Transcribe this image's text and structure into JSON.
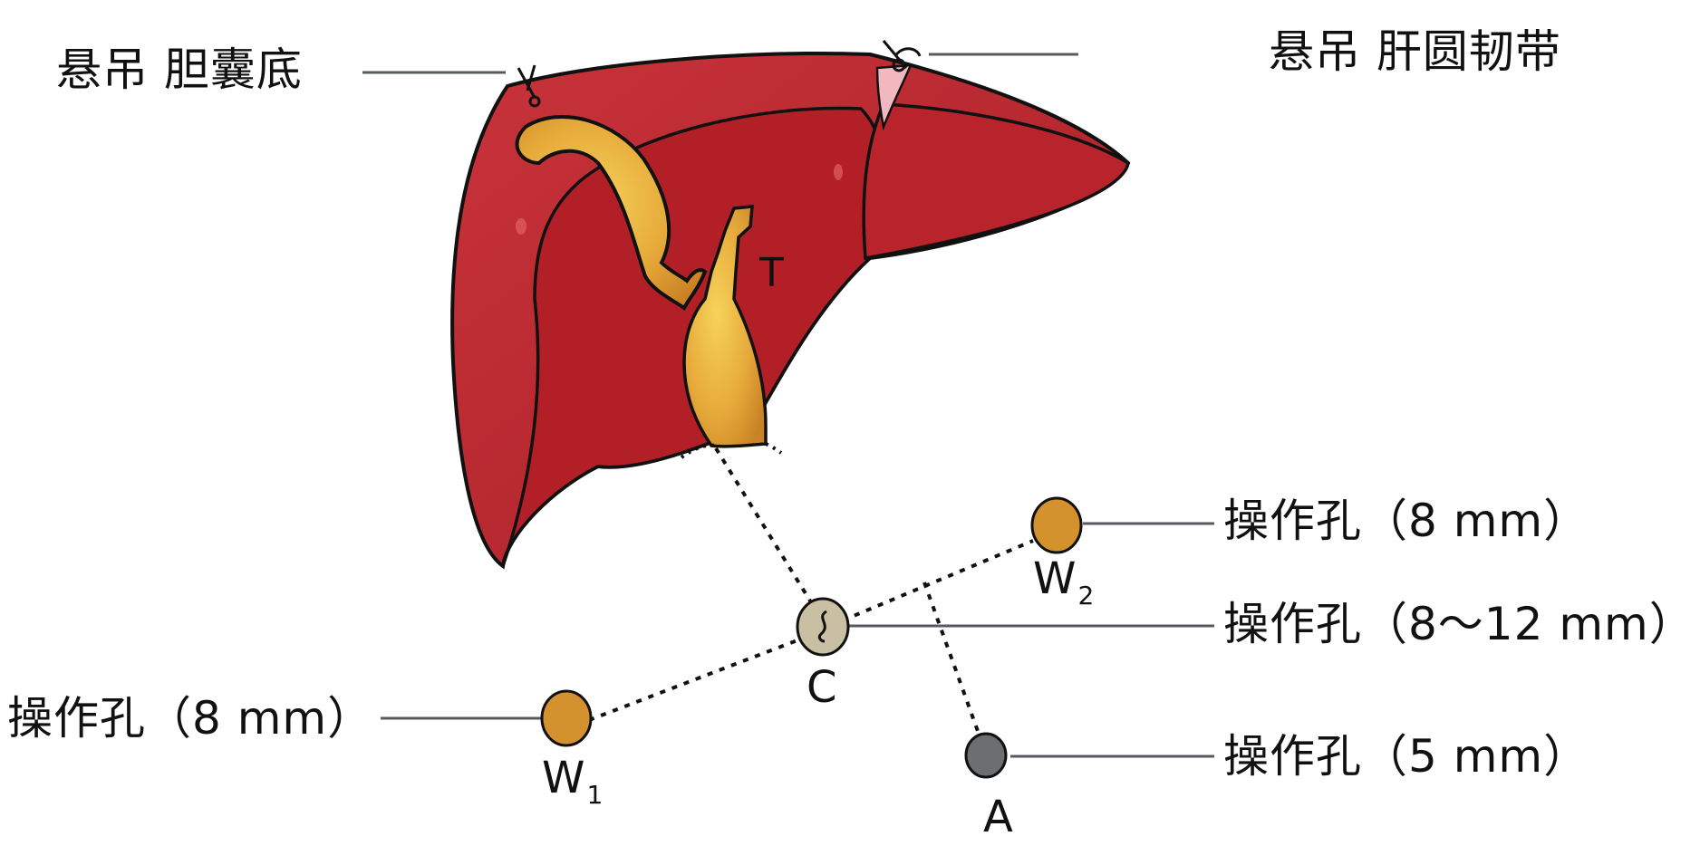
{
  "title": "腹腔镜胆囊切除术戳孔位置示意图",
  "labels": {
    "gallbladder_suspension": "悬吊 胆囊底",
    "ligament_suspension": "悬吊 肝圆韧带",
    "target": "T"
  },
  "ports": [
    {
      "id": "W2",
      "name": "W",
      "sub": "2",
      "label": "操作孔（8 mm）",
      "color": "#d4922e"
    },
    {
      "id": "C",
      "name": "C",
      "sub": "",
      "label": "操作孔（8～12 mm）",
      "color": "#c9bfa2"
    },
    {
      "id": "W1",
      "name": "W",
      "sub": "1",
      "label": "操作孔（8 mm）",
      "color": "#d4922e"
    },
    {
      "id": "A",
      "name": "A",
      "sub": "",
      "label": "操作孔（5 mm）",
      "color": "#6b6f72"
    }
  ],
  "colors": {
    "liver": "#b8232b",
    "liver_dark": "#a31c24",
    "gallbladder": "#e6a93a",
    "ligament": "#f2b8c0",
    "outline": "#111111",
    "leader": "#555b60"
  }
}
